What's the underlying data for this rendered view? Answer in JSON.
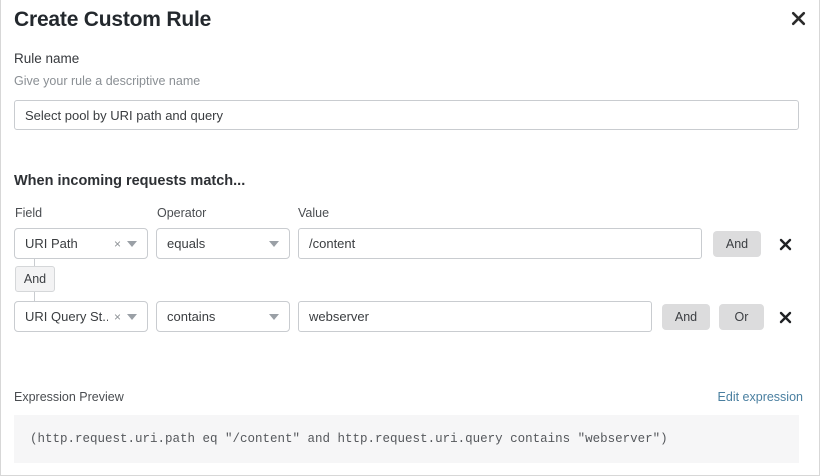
{
  "dialog": {
    "title": "Create Custom Rule",
    "close_icon": "close-icon"
  },
  "rule_name": {
    "label": "Rule name",
    "help": "Give your rule a descriptive name",
    "value": "Select pool by URI path and query",
    "placeholder": ""
  },
  "conditions_section": {
    "heading": "When incoming requests match...",
    "columns": {
      "field": "Field",
      "operator": "Operator",
      "value": "Value"
    },
    "connector": {
      "label": "And"
    },
    "rows": [
      {
        "field": "URI Path",
        "operator": "equals",
        "value": "/content",
        "clear_icon": "×",
        "buttons": {
          "and": "And",
          "or": null,
          "remove": "remove-icon"
        }
      },
      {
        "field": "URI Query St...",
        "operator": "contains",
        "value": "webserver",
        "clear_icon": "×",
        "buttons": {
          "and": "And",
          "or": "Or",
          "remove": "remove-icon"
        }
      }
    ]
  },
  "expression_preview": {
    "label": "Expression Preview",
    "edit_link": "Edit expression",
    "expression": "(http.request.uri.path eq \"/content\" and http.request.uri.query contains \"webserver\")"
  },
  "colors": {
    "link": "#4a7fa0",
    "pill_bg": "#dcdcdd",
    "preview_bg": "#f6f6f7",
    "border": "#c9ccd0"
  }
}
